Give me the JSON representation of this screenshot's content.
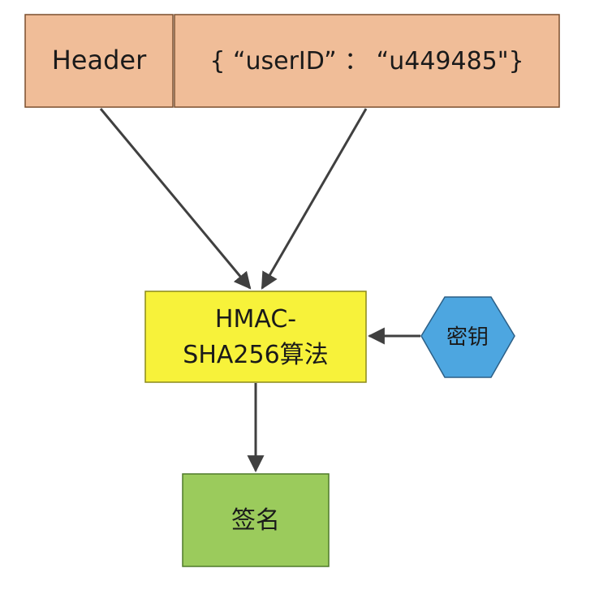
{
  "nodes": {
    "header": {
      "label": "Header"
    },
    "payload": {
      "label": "{ “userID” ： “u449485\"}"
    },
    "algorithm": {
      "line1": "HMAC-",
      "line2": "SHA256算法"
    },
    "secret_key": {
      "label": "密钥"
    },
    "signature": {
      "label": "签名"
    }
  },
  "colors": {
    "header_fill": "#F0BD98",
    "header_stroke": "#7A4E2D",
    "algorithm_fill": "#F7F23A",
    "algorithm_stroke": "#8C8A1A",
    "key_fill": "#4DA6E0",
    "key_stroke": "#2C5F86",
    "signature_fill": "#9BCB5C",
    "signature_stroke": "#4F7A2A",
    "arrow": "#404040"
  }
}
